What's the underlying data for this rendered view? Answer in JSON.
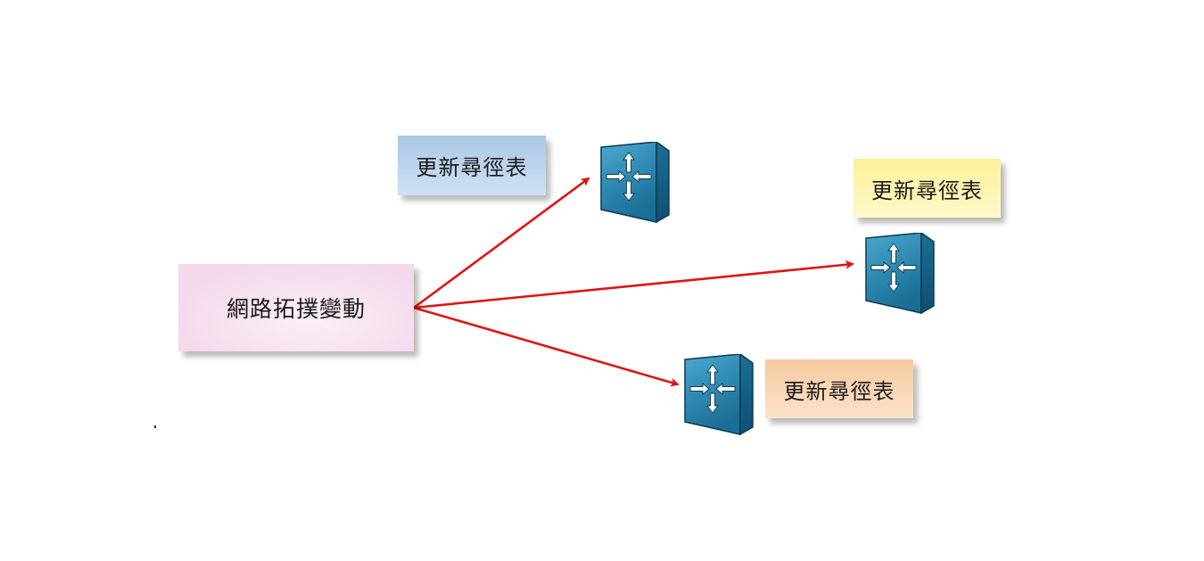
{
  "diagram": {
    "source": {
      "label": "網路拓撲變動",
      "color_top": "#f3d9ea",
      "color_center": "#fbeff7"
    },
    "targets": [
      {
        "id": "top",
        "label": "更新尋徑表",
        "color": "#a9c6e6",
        "color_light": "#cfe0f3"
      },
      {
        "id": "right",
        "label": "更新尋徑表",
        "color": "#fbf29a",
        "color_light": "#fdf8c8"
      },
      {
        "id": "bottom",
        "label": "更新尋徑表",
        "color": "#f7c99e",
        "color_light": "#fbe3cb"
      }
    ],
    "arrow_color": "#e01414",
    "router_colors": {
      "front_top": "#4aa9cf",
      "front_bottom": "#1a6f96",
      "side": "#0f4f73",
      "arrow": "#ffffff"
    },
    "router_icon": "router-switch-icon"
  }
}
